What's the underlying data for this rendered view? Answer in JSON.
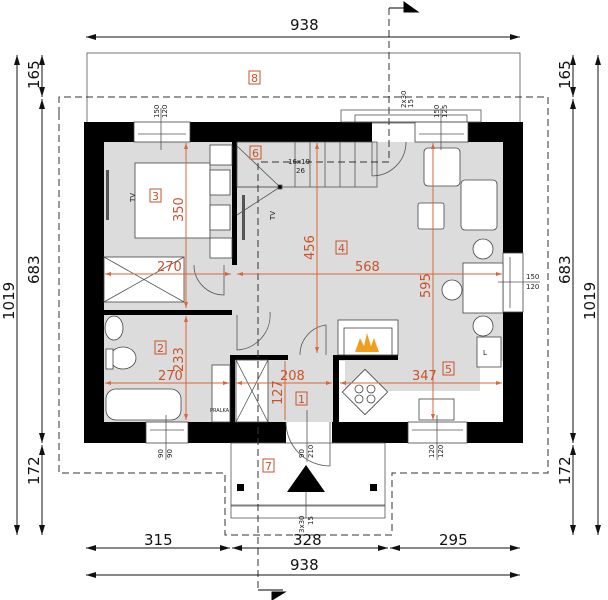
{
  "overall_dimensions": {
    "top_width": "938",
    "bottom_width": "938",
    "bottom_segments": [
      "315",
      "328",
      "295"
    ],
    "left_total": "1019",
    "left_segments": [
      "165",
      "683",
      "172"
    ],
    "right_total": "1019",
    "right_segments": [
      "165",
      "683",
      "172"
    ]
  },
  "rooms": [
    {
      "number": "1"
    },
    {
      "number": "2"
    },
    {
      "number": "3"
    },
    {
      "number": "4"
    },
    {
      "number": "5"
    },
    {
      "number": "6"
    },
    {
      "number": "7"
    },
    {
      "number": "8"
    }
  ],
  "room_dimensions": {
    "bedroom_depth": "350",
    "bedroom_width": "270",
    "living_depth": "456",
    "living_width": "568",
    "living_total_depth": "595",
    "bath_depth": "233",
    "bath_width": "270",
    "vestibule_width": "208",
    "vestibule_depth": "127",
    "kitchen_width": "347"
  },
  "openings": {
    "window_top_left": [
      "150",
      "120"
    ],
    "window_top_right": [
      "150",
      "125"
    ],
    "terrace_door": [
      "2x30",
      "15"
    ],
    "window_right": [
      "150",
      "120"
    ],
    "window_bottom_left": [
      "90",
      "90"
    ],
    "window_bottom_right": [
      "120",
      "120"
    ],
    "entry_door": [
      "90",
      "210"
    ],
    "entry_steps": [
      "3x30",
      "15"
    ],
    "stairs": [
      "16x19",
      "26"
    ]
  },
  "annotations": {
    "tv_bedroom": "TV",
    "tv_living": "TV",
    "laundry": "PRALKA",
    "fridge": "L"
  },
  "colors": {
    "walls": "#000000",
    "floor": "#dcdcdc",
    "dimension_accent": "#c8532b"
  }
}
